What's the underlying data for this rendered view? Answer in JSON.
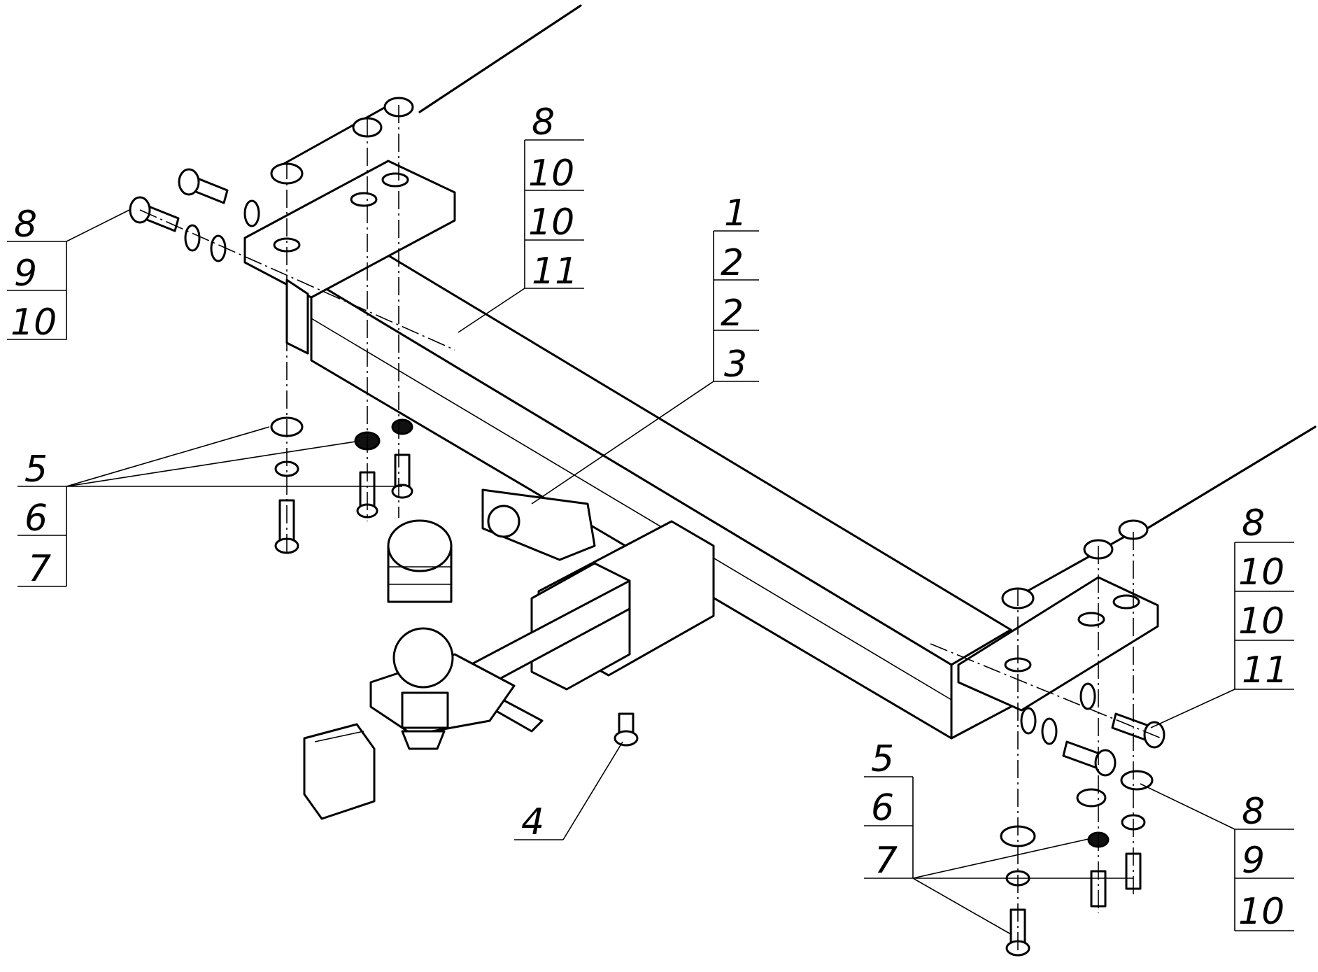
{
  "callouts": {
    "top_left": [
      "8",
      "9",
      "10"
    ],
    "top_center": [
      "8",
      "10",
      "10",
      "11"
    ],
    "center": [
      "1",
      "2",
      "2",
      "3"
    ],
    "left": [
      "5",
      "6",
      "7"
    ],
    "bottom_center": [
      "4"
    ],
    "right_upper": [
      "8",
      "10",
      "10",
      "11"
    ],
    "right_lower": [
      "8",
      "9",
      "10"
    ],
    "bottom_right": [
      "5",
      "6",
      "7"
    ]
  }
}
